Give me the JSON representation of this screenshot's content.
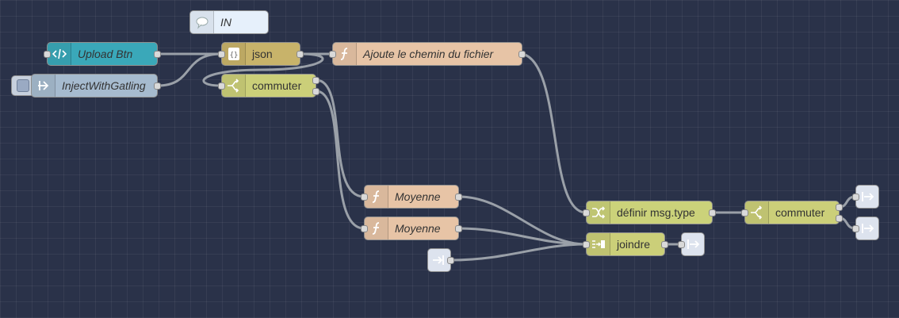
{
  "colors": {
    "background": "#2a3249",
    "wire": "#9aa0a8",
    "comment": "#e6f0fb",
    "template": "#3aa8b9",
    "inject": "#a6bbcf",
    "json": "#c8b36a",
    "function": "#e7c4a6",
    "switch": "#cbcf79",
    "change": "#cbd27a",
    "link": "#dde3ee"
  },
  "nodes": {
    "comment": {
      "label": "IN",
      "icon": "comment-icon"
    },
    "upload_btn": {
      "label": "Upload Btn",
      "icon": "code-icon"
    },
    "inject": {
      "label": "InjectWithGatling",
      "icon": "inject-arrow-icon"
    },
    "json": {
      "label": "json",
      "icon": "json-braces-icon"
    },
    "function_path": {
      "label": "Ajoute le chemin du fichier",
      "icon": "function-icon"
    },
    "switch_main": {
      "label": "commuter",
      "icon": "switch-icon"
    },
    "avg1": {
      "label": "Moyenne",
      "icon": "function-icon"
    },
    "avg2": {
      "label": "Moyenne",
      "icon": "function-icon"
    },
    "set_type": {
      "label": "définir msg.type",
      "icon": "shuffle-icon"
    },
    "switch2": {
      "label": "commuter",
      "icon": "switch-icon"
    },
    "join": {
      "label": "joindre",
      "icon": "join-icon"
    },
    "link_in_1": {
      "icon": "link-in-icon"
    },
    "link_out_join": {
      "icon": "link-out-icon"
    },
    "link_out_1": {
      "icon": "link-out-icon"
    },
    "link_out_2": {
      "icon": "link-out-icon"
    }
  }
}
